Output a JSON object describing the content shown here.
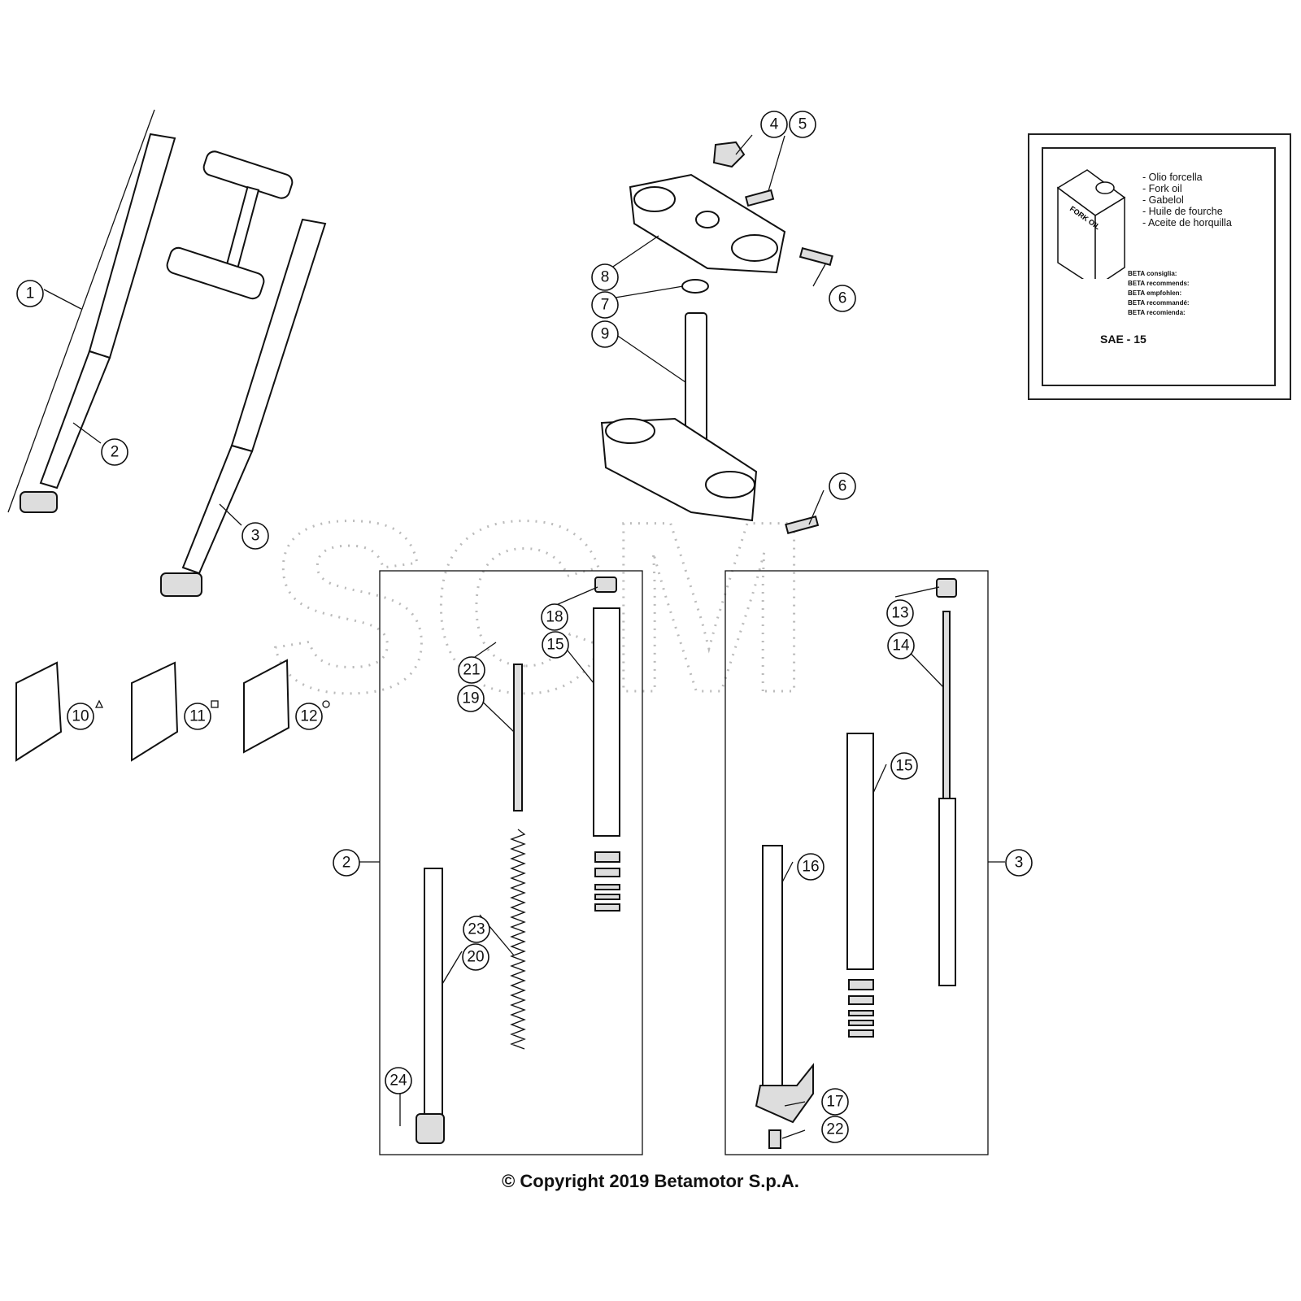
{
  "diagram": {
    "watermark": "SCM",
    "callouts": [
      "1",
      "2",
      "3",
      "4",
      "5",
      "6",
      "7",
      "8",
      "9",
      "10",
      "11",
      "12",
      "13",
      "14",
      "15",
      "16",
      "17",
      "18",
      "19",
      "20",
      "21",
      "22",
      "23",
      "24"
    ],
    "kit_markers": {
      "10": "triangle",
      "11": "square",
      "12": "circle"
    }
  },
  "oil_box": {
    "can_label": "FORK OIL",
    "names": [
      "- Olio forcella",
      "- Fork oil",
      "- Gabelol",
      "- Huile de fourche",
      "- Aceite de horquilla"
    ],
    "recommends": [
      "BETA consiglia:",
      "BETA recommends:",
      "BETA empfohlen:",
      "BETA recommandé:",
      "BETA recomienda:"
    ],
    "grade": "SAE - 15"
  },
  "copyright": "© Copyright 2019 Betamotor S.p.A."
}
